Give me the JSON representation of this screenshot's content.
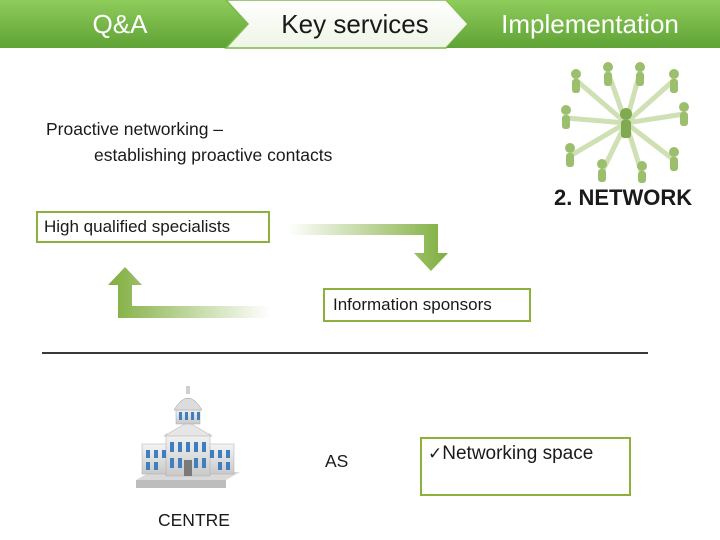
{
  "nav": {
    "tabs": [
      {
        "label": "Q&A",
        "color": "#74b446"
      },
      {
        "label": "Key services",
        "color": "#ffffff"
      },
      {
        "label": "Implementation",
        "color": "#74b446"
      }
    ]
  },
  "intro": {
    "line1": "Proactive networking –",
    "line2": "establishing proactive contacts"
  },
  "network": {
    "icon": "people-network-icon",
    "label": "2. NETWORK"
  },
  "flow": {
    "specialists_label": "High qualified specialists",
    "sponsors_label": "Information sponsors",
    "arrow_color": "#8bb13c"
  },
  "bottom": {
    "as_label": "AS",
    "centre_label": "CENTRE",
    "building_icon": "government-building-icon",
    "networking_space": {
      "check": "✓",
      "label": "Networking space"
    }
  }
}
